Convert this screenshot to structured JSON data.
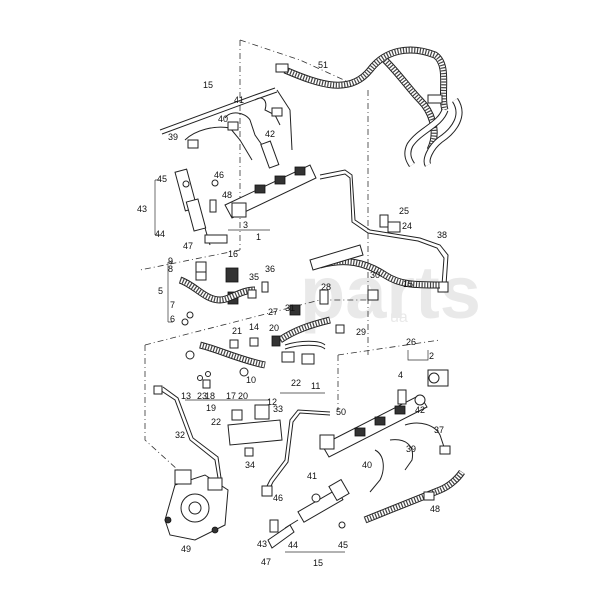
{
  "watermark": {
    "main": "parts",
    "sub": "ua"
  },
  "labels": [
    "51",
    "15",
    "41",
    "40",
    "42",
    "39",
    "45",
    "46",
    "48",
    "43",
    "44",
    "47",
    "3",
    "1",
    "9",
    "8",
    "16",
    "36",
    "35",
    "5",
    "7",
    "6",
    "25",
    "24",
    "38",
    "30",
    "15",
    "28",
    "31",
    "27",
    "29",
    "21",
    "20",
    "14",
    "22",
    "11",
    "12",
    "10",
    "13",
    "23",
    "18",
    "19",
    "17",
    "20",
    "22",
    "33",
    "34",
    "32",
    "26",
    "2",
    "4",
    "42",
    "50",
    "37",
    "39",
    "40",
    "41",
    "46",
    "48",
    "15",
    "43",
    "44",
    "45",
    "47",
    "49"
  ]
}
